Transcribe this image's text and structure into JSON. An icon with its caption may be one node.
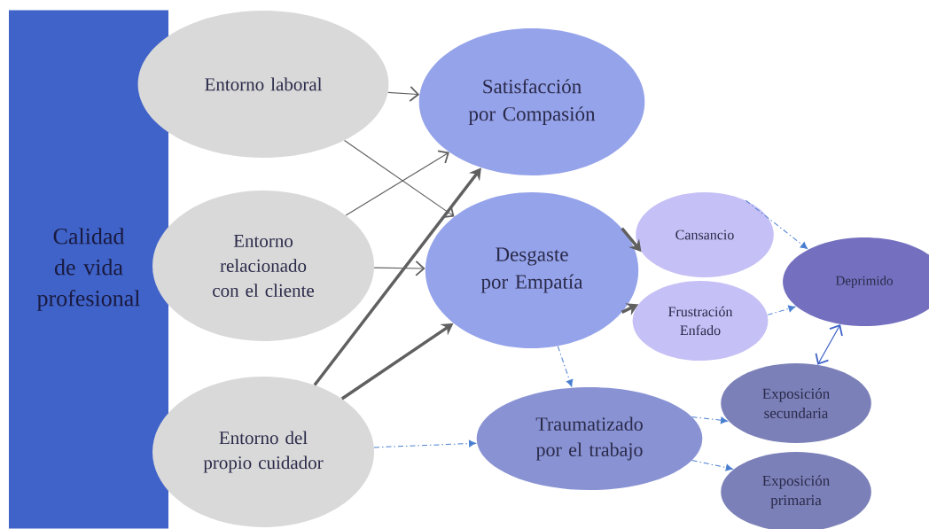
{
  "diagram": {
    "nodes": [
      {
        "text": [
          "Calidad de vida profesional"
        ]
      },
      {
        "text": [
          "Entorno laboral"
        ]
      },
      {
        "text": [
          "Entorno relacionado con el cliente"
        ]
      },
      {
        "text": [
          "Entorno del propio cuidador"
        ]
      },
      {
        "text": [
          "Satisfacción por Compasión"
        ]
      },
      {
        "text": [
          "Desgaste por Empatía"
        ]
      },
      {
        "text": [
          "Cansancio"
        ]
      },
      {
        "text": [
          "Frustración Enfado"
        ]
      },
      {
        "text": [
          "Deprimido"
        ]
      },
      {
        "text": [
          "Traumatizado por el trabajo"
        ]
      },
      {
        "text": [
          "Exposición secundaria"
        ]
      },
      {
        "text": [
          "Exposición primaria"
        ]
      }
    ],
    "edges": [
      {
        "from": 1,
        "to": 4,
        "arrow": "to"
      },
      {
        "from": 1,
        "to": 5,
        "arrow": "to"
      },
      {
        "from": 2,
        "to": 4,
        "arrow": "to"
      },
      {
        "from": 2,
        "to": 5,
        "arrow": "to"
      },
      {
        "from": 3,
        "to": 4,
        "arrow": "to",
        "style": "thick"
      },
      {
        "from": 3,
        "to": 5,
        "arrow": "to",
        "style": "thick"
      },
      {
        "from": 5,
        "to": 6,
        "arrow": "to",
        "style": "thick"
      },
      {
        "from": 5,
        "to": 7,
        "arrow": "to",
        "style": "thick"
      },
      {
        "from": 6,
        "to": 8,
        "arrow": "to",
        "style": "dashed",
        "color": "#4a7fd0"
      },
      {
        "from": 7,
        "to": 8,
        "arrow": "to",
        "style": "dashed",
        "color": "#4a7fd0"
      },
      {
        "from": 5,
        "to": 9,
        "arrow": "to",
        "style": "dashed",
        "color": "#4a7fd0"
      },
      {
        "from": 3,
        "to": 9,
        "arrow": "to",
        "style": "dashed",
        "color": "#4a7fd0"
      },
      {
        "from": 9,
        "to": 10,
        "arrow": "to",
        "style": "dashed",
        "color": "#4a7fd0"
      },
      {
        "from": 9,
        "to": 11,
        "arrow": "to",
        "style": "dashed",
        "color": "#4a7fd0"
      },
      {
        "from": 8,
        "to": 10,
        "arrow": "both",
        "color": "#3f63c8"
      }
    ]
  }
}
